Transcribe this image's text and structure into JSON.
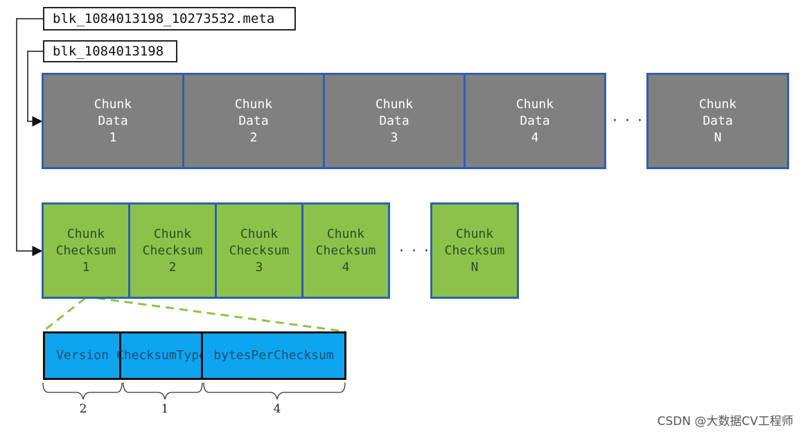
{
  "files": {
    "meta": "blk_1084013198_10273532.meta",
    "block": "blk_1084013198"
  },
  "data_chunks": [
    {
      "l1": "Chunk",
      "l2": "Data",
      "l3": "1"
    },
    {
      "l1": "Chunk",
      "l2": "Data",
      "l3": "2"
    },
    {
      "l1": "Chunk",
      "l2": "Data",
      "l3": "3"
    },
    {
      "l1": "Chunk",
      "l2": "Data",
      "l3": "4"
    },
    {
      "l1": "Chunk",
      "l2": "Data",
      "l3": "N"
    }
  ],
  "checksum_chunks": [
    {
      "l1": "Chunk",
      "l2": "Checksum",
      "l3": "1"
    },
    {
      "l1": "Chunk",
      "l2": "Checksum",
      "l3": "2"
    },
    {
      "l1": "Chunk",
      "l2": "Checksum",
      "l3": "3"
    },
    {
      "l1": "Chunk",
      "l2": "Checksum",
      "l3": "4"
    },
    {
      "l1": "Chunk",
      "l2": "Checksum",
      "l3": "N"
    }
  ],
  "ellipsis": "· · ·",
  "header_fields": [
    {
      "label_l1": "Version",
      "label_l2": "",
      "size": "2"
    },
    {
      "label_l1": "Checksum",
      "label_l2": "Type",
      "size": "1"
    },
    {
      "label_l1": "bytesPerChecksum",
      "label_l2": "",
      "size": "4"
    }
  ],
  "watermark": "CSDN @大数据CV工程师",
  "colors": {
    "data_fill": "#808080",
    "checksum_fill": "#8bc34a",
    "block_border": "#2f5fae",
    "field_fill": "#0ea5f0"
  }
}
